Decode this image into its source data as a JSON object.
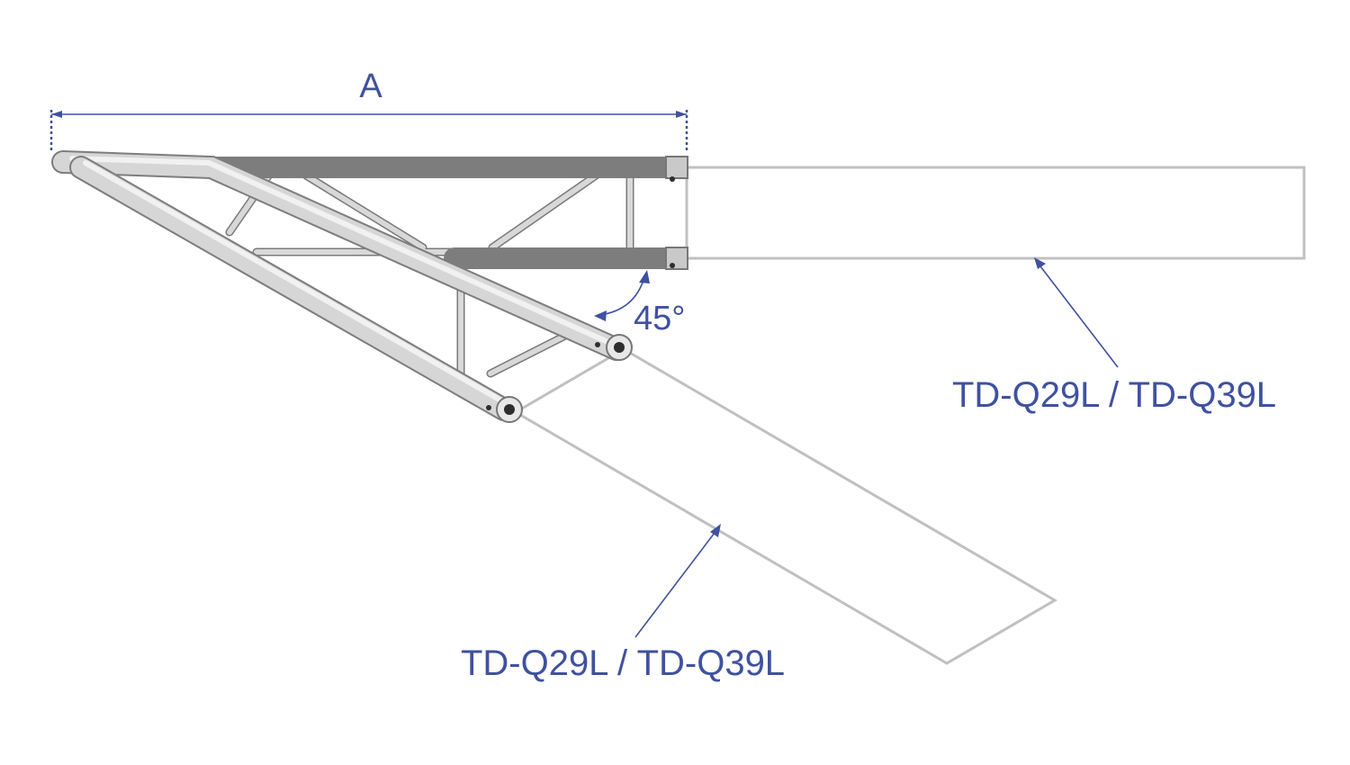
{
  "dimension": {
    "label": "A"
  },
  "angle": {
    "label": "45°"
  },
  "connections": [
    {
      "label": "TD-Q29L / TD-Q39L"
    },
    {
      "label": "TD-Q29L / TD-Q39L"
    }
  ],
  "colors": {
    "annotation": "#3f51a0",
    "ghost_outline": "#c0c0c0",
    "metal": "#d8d8d8"
  }
}
